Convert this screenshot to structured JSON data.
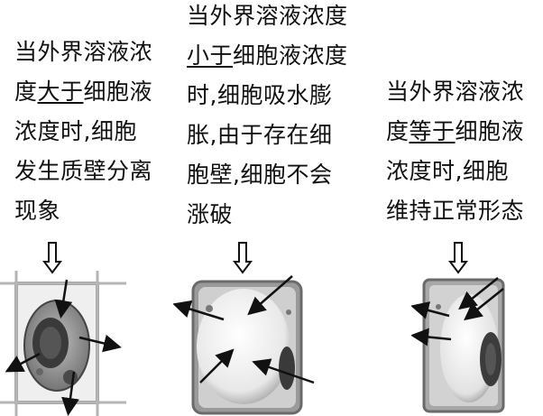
{
  "left": {
    "lines": [
      {
        "pre": "当外界溶液浓",
        "u": "",
        "post": ""
      },
      {
        "pre": "度",
        "u": "大于",
        "post": "细胞液"
      },
      {
        "pre": "浓度时,细胞",
        "u": "",
        "post": ""
      },
      {
        "pre": "发生质壁分离",
        "u": "",
        "post": ""
      },
      {
        "pre": "现象",
        "u": "",
        "post": ""
      }
    ]
  },
  "middle": {
    "lines": [
      {
        "pre": "当外界溶液浓度",
        "u": "",
        "post": ""
      },
      {
        "pre": "",
        "u": "小于",
        "post": "细胞液浓度"
      },
      {
        "pre": "时,细胞吸水膨",
        "u": "",
        "post": ""
      },
      {
        "pre": "胀,由于存在细",
        "u": "",
        "post": ""
      },
      {
        "pre": "胞壁,细胞不会",
        "u": "",
        "post": ""
      },
      {
        "pre": "涨破",
        "u": "",
        "post": ""
      }
    ]
  },
  "right": {
    "lines": [
      {
        "pre": "当外界溶液浓",
        "u": "",
        "post": ""
      },
      {
        "pre": "度",
        "u": "等于",
        "post": "细胞液"
      },
      {
        "pre": "浓度时,细胞",
        "u": "",
        "post": ""
      },
      {
        "pre": "维持正常形态",
        "u": "",
        "post": ""
      }
    ]
  },
  "icons": {
    "down_arrow": "hollow-down-arrow-icon",
    "cell_left": "plasmolyzed-cell",
    "cell_middle": "swollen-cell",
    "cell_right": "normal-cell"
  }
}
